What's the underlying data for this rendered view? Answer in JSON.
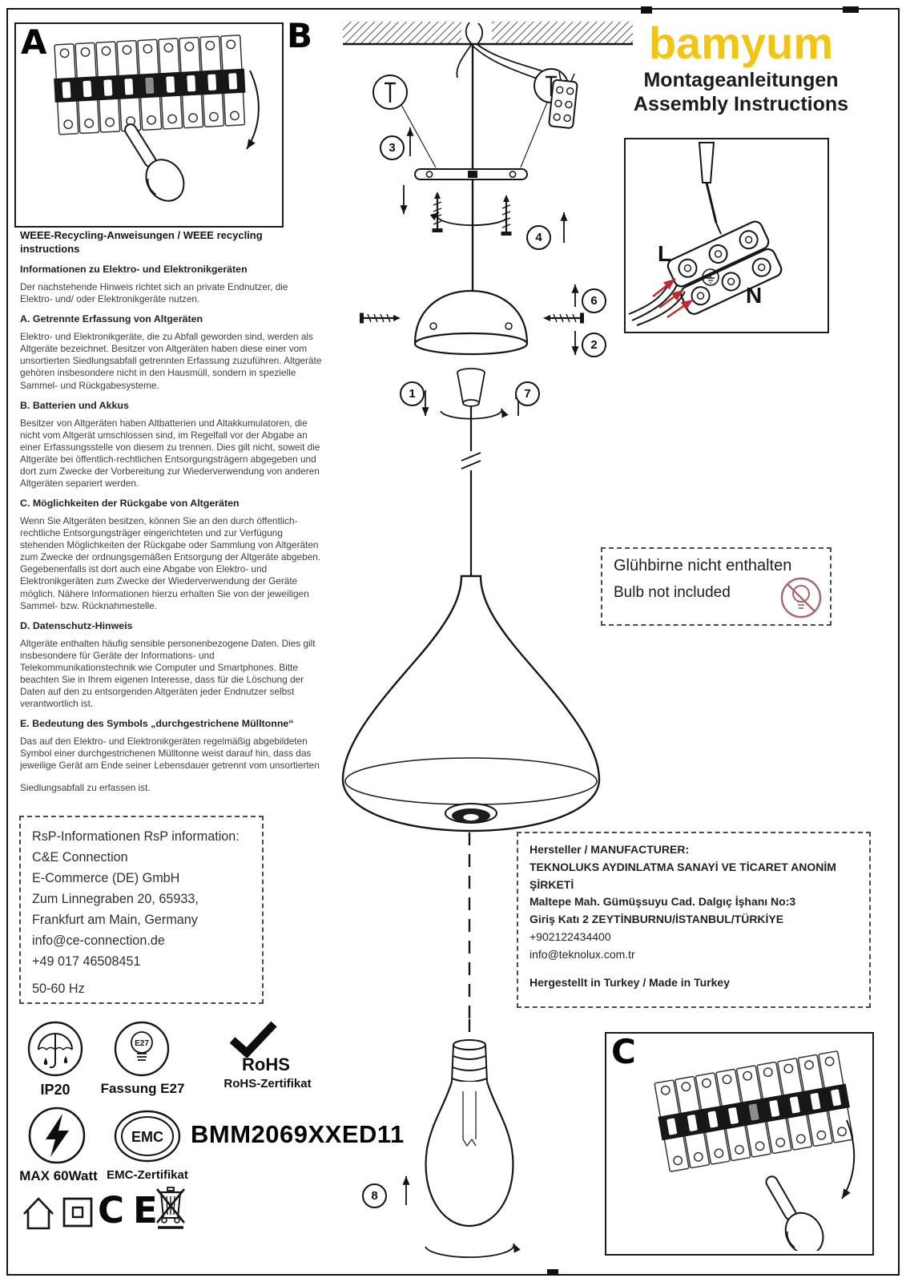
{
  "header": {
    "logo": "bamyum",
    "subtitle_de": "Montageanleitungen",
    "subtitle_en": "Assembly Instructions"
  },
  "sections": {
    "a": "A",
    "b": "B",
    "c": "C"
  },
  "weee": {
    "title": "WEEE-Recycling-Anweisungen / WEEE recycling instructions",
    "intro_title": "Informationen zu Elektro- und Elektronikgeräten",
    "intro_body": "Der nachstehende Hinweis richtet sich an private Endnutzer, die Elektro- und/ oder Elektronikgeräte nutzen.",
    "sections": [
      {
        "title": "A. Getrennte Erfassung von Altgeräten",
        "body": "Elektro- und Elektronikgeräte, die zu Abfall geworden sind, werden als Altgeräte bezeichnet. Besitzer von Altgeräten haben diese einer vom unsortierten Siedlungsabfall getrennten Erfassung zuzuführen. Altgeräte gehören insbesondere nicht in den Hausmüll, sondern in spezielle Sammel- und Rückgabesysteme."
      },
      {
        "title": "B. Batterien und Akkus",
        "body": "Besitzer von Altgeräten haben Altbatterien und Altakkumulatoren, die nicht vom Altgerät umschlossen sind, im Regelfall vor der Abgabe an einer Erfassungsstelle von diesem zu trennen. Dies gilt nicht, soweit die Altgeräte bei öffentlich-rechtlichen Entsorgungsträgern abgegeben und dort zum Zwecke der Vorbereitung zur Wiederverwendung von anderen Altgeräten separiert werden."
      },
      {
        "title": "C. Möglichkeiten der Rückgabe von Altgeräten",
        "body": "Wenn Sie Altgeräten besitzen, können Sie an den durch öffentlich-rechtliche Entsorgungsträger eingerichteten und zur Verfügung stehenden Möglichkeiten der Rückgabe oder Sammlung von Altgeräten zum Zwecke der ordnungsgemäßen Entsorgung der Altgeräte abgeben. Gegebenenfalls ist dort auch eine Abgabe von Elektro- und Elektronikgeräten zum Zwecke der Wiederverwendung der Geräte möglich. Nähere Informationen hierzu erhalten Sie von der jeweiligen Sammel- bzw. Rücknahmestelle."
      },
      {
        "title": "D. Datenschutz-Hinweis",
        "body": "Altgeräte enthalten häufig sensible personenbezogene Daten. Dies gilt insbesondere für Geräte der Informations- und Telekommunikationstechnik wie Computer und Smartphones. Bitte beachten Sie in Ihrem eigenen Interesse, dass für die Löschung der Daten auf den zu entsorgenden Altgeräten jeder Endnutzer selbst verantwortlich ist."
      },
      {
        "title": "E. Bedeutung des Symbols „durchgestrichene Mülltonne“",
        "body": "Das auf den Elektro- und Elektronikgeräten regelmäßig abgebildeten Symbol einer durchgestrichenen Mülltonne weist darauf hin, dass das jeweilige Gerät am Ende seiner Lebensdauer getrennt vom unsortierten"
      }
    ],
    "closing": "Siedlungsabfall zu erfassen ist."
  },
  "bulb_note": {
    "de": "Glühbirne nicht enthalten",
    "en": "Bulb not included"
  },
  "rsp": {
    "title": "RsP-Informationen RsP information:",
    "lines": [
      "C&E Connection",
      "E-Commerce (DE) GmbH",
      "Zum Linnegraben 20, 65933,",
      "Frankfurt am Main, Germany",
      "info@ce-connection.de",
      "+49 017 46508451"
    ],
    "frequency": "50-60 Hz"
  },
  "manufacturer": {
    "title": "Hersteller / MANUFACTURER:",
    "name": "TEKNOLUKS AYDINLATMA SANAYİ VE TİCARET ANONİM ŞİRKETİ",
    "address1": "Maltepe Mah. Gümüşsuyu Cad. Dalgıç İşhanı No:3",
    "address2": "Giriş Katı 2 ZEYTİNBURNU/İSTANBUL/TÜRKİYE",
    "phone": "+902122434400",
    "email": "info@teknolux.com.tr",
    "origin": "Hergestellt in Turkey / Made in Turkey"
  },
  "certs": {
    "ip_label": "IP20",
    "e27_text": "E27",
    "e27_label": "Fassung E27",
    "rohs_title": "RoHS",
    "rohs_label": "RoHS-Zertifikat",
    "watt_label": "MAX 60Watt",
    "emc_text": "EMC",
    "emc_label": "EMC-Zertifikat",
    "model": "BMM2069XXED11",
    "ce_mark": "CE"
  },
  "diagram": {
    "steps": {
      "s1": "1",
      "s2": "2",
      "s3": "3",
      "s4": "4",
      "s6": "6",
      "s7": "7",
      "s8": "8"
    },
    "wire_labels": {
      "live": "L",
      "neutral": "N"
    }
  }
}
